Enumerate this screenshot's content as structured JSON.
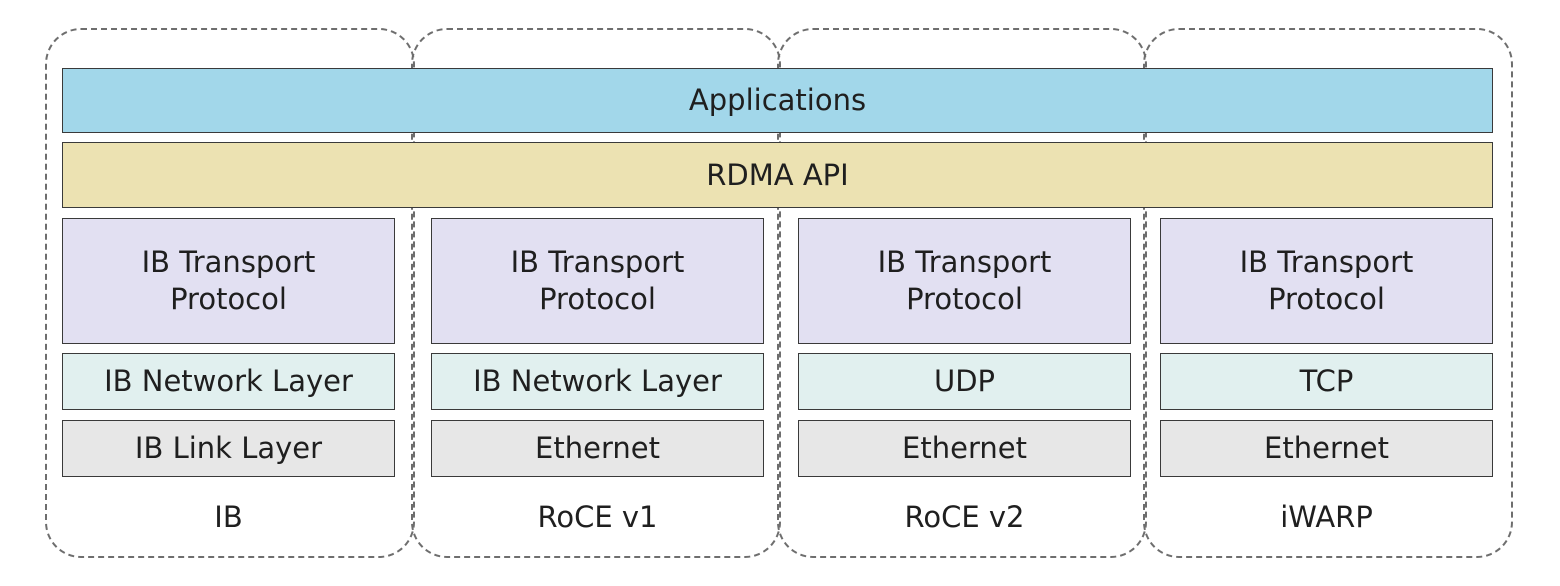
{
  "bands": {
    "applications": "Applications",
    "rdma_api": "RDMA API"
  },
  "columns": [
    {
      "label": "IB",
      "transport": [
        "IB Transport",
        "Protocol"
      ],
      "network": "IB Network Layer",
      "link": "IB Link Layer"
    },
    {
      "label": "RoCE v1",
      "transport": [
        "IB Transport",
        "Protocol"
      ],
      "network": "IB Network Layer",
      "link": "Ethernet"
    },
    {
      "label": "RoCE v2",
      "transport": [
        "IB Transport",
        "Protocol"
      ],
      "network": "UDP",
      "link": "Ethernet"
    },
    {
      "label": "iWARP",
      "transport": [
        "IB Transport",
        "Protocol"
      ],
      "network": "TCP",
      "link": "Ethernet"
    }
  ],
  "colors": {
    "applications": "#a2d7ea",
    "rdma_api": "#ece2b2",
    "transport": "#e2e0f2",
    "network": "#e1f0ef",
    "link": "#e7e7e7",
    "dashed_border": "#6e6e6e"
  }
}
